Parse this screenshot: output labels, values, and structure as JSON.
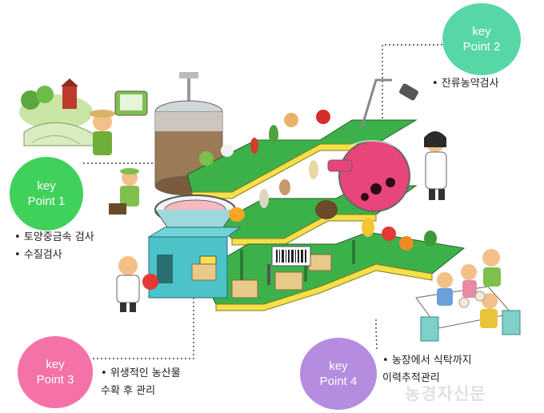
{
  "colors": {
    "key_point_1": "#3fd15a",
    "key_point_2": "#57d7a6",
    "key_point_3": "#f472a7",
    "key_point_4": "#b58ce0",
    "conveyor_top": "#3cb14a",
    "conveyor_side": "#f3e04a",
    "flask_liquid": "#e8457a",
    "machine_body": "#4cc2c9"
  },
  "key_points": [
    {
      "line1": "key",
      "line2": "Point 1",
      "notes": [
        "토양중금속 검사",
        "수질검사"
      ]
    },
    {
      "line1": "key",
      "line2": "Point 2",
      "notes": [
        "잔류농약검사"
      ]
    },
    {
      "line1": "key",
      "line2": "Point 3",
      "notes": [
        "위생적인 농산물",
        "수확 후 관리"
      ]
    },
    {
      "line1": "key",
      "line2": "Point 4",
      "notes": [
        "농장에서 식탁까지",
        "이력추적관리"
      ]
    }
  ],
  "watermark": "농경자신문"
}
